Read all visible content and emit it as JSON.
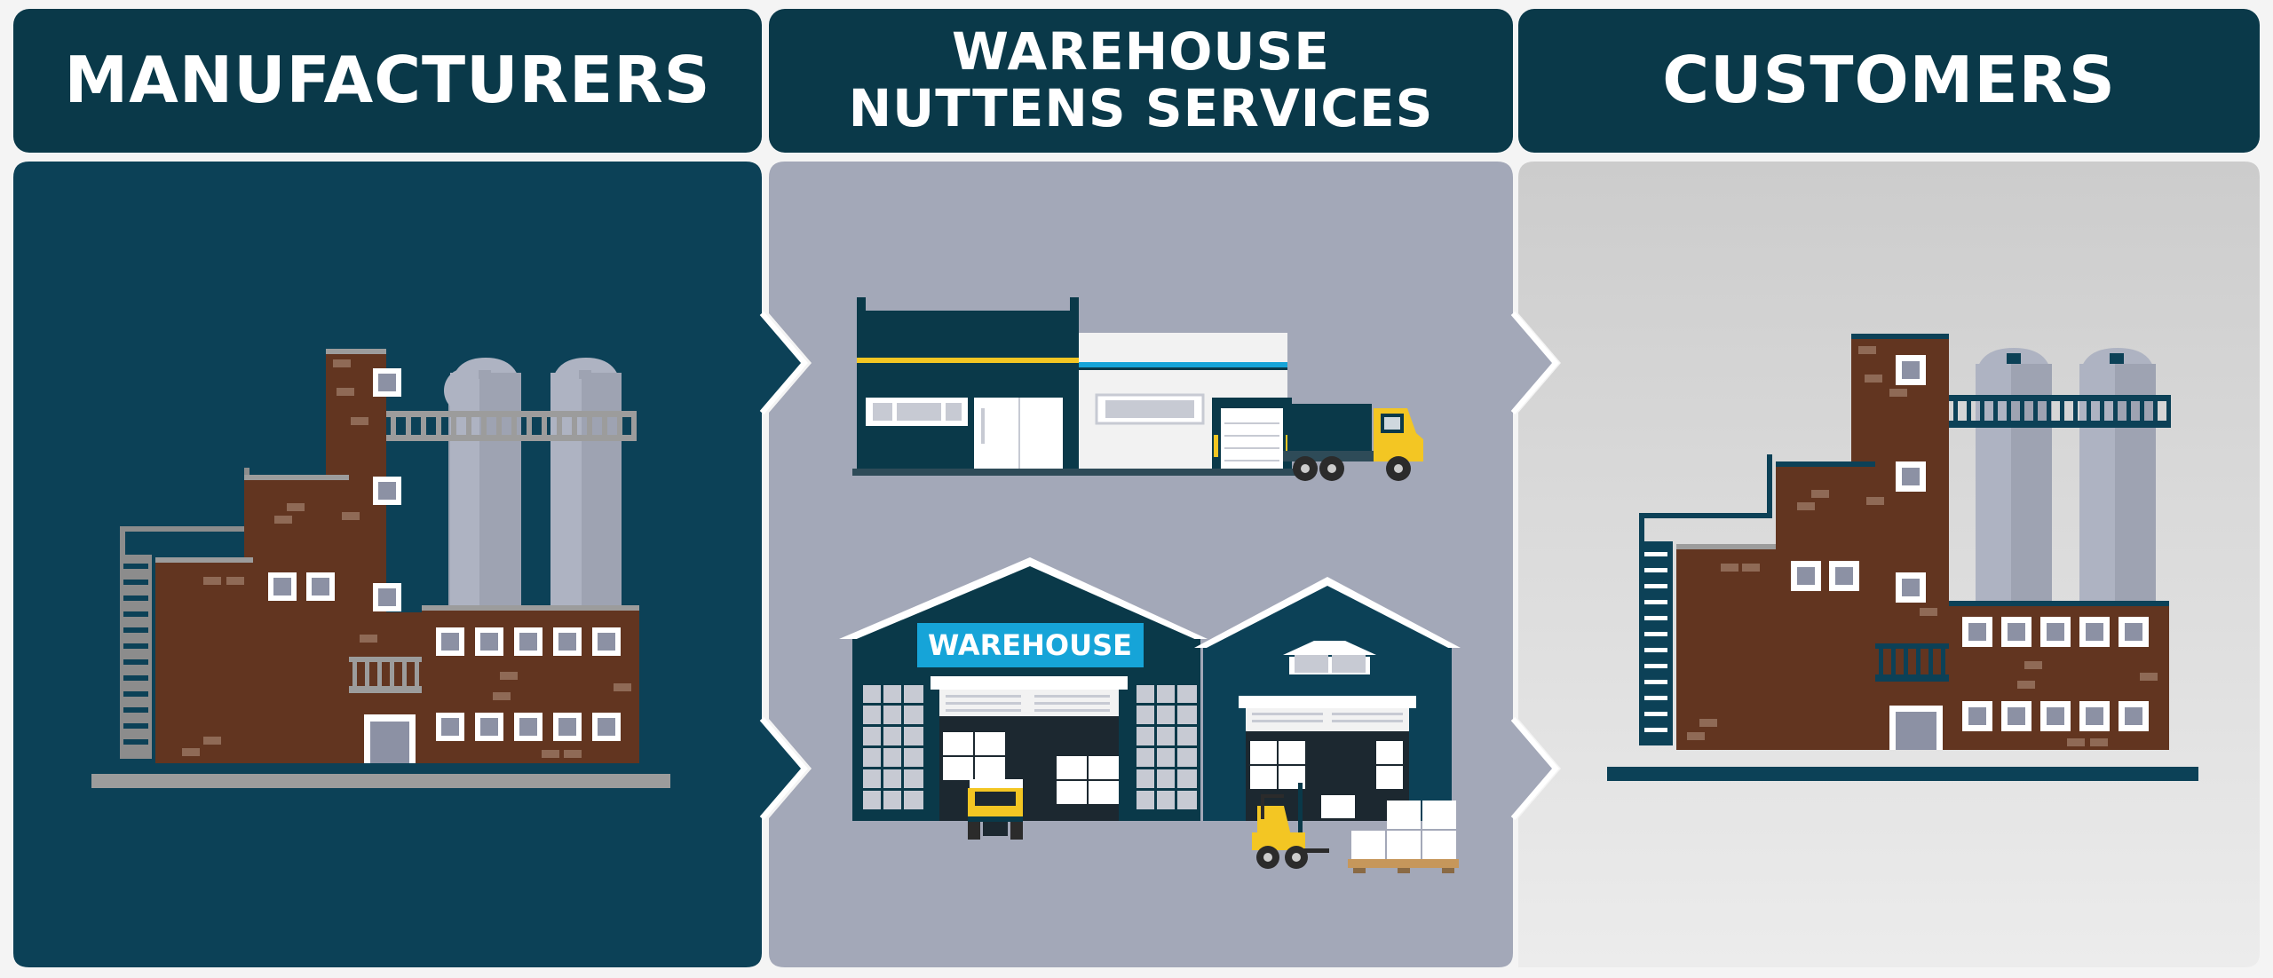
{
  "headers": {
    "manufacturers": "MANUFACTURERS",
    "warehouse_line1": "WAREHOUSE",
    "warehouse_line2": "NUTTENS SERVICES",
    "customers": "CUSTOMERS"
  },
  "warehouse_sign": "WAREHOUSE",
  "colors": {
    "navy": "#0a3949",
    "panel_left": "#0c4157",
    "panel_middle": "#a3a8b8",
    "panel_right": "#e4e4e4",
    "brick": "#623520",
    "silo": "#aeb3c2",
    "sign_blue": "#16a4d8",
    "yellow": "#f3c623"
  },
  "icons": [
    "factory-icon",
    "warehouse-building-icon",
    "truck-icon",
    "forklift-icon",
    "pallet-icon",
    "customer-factory-icon"
  ]
}
